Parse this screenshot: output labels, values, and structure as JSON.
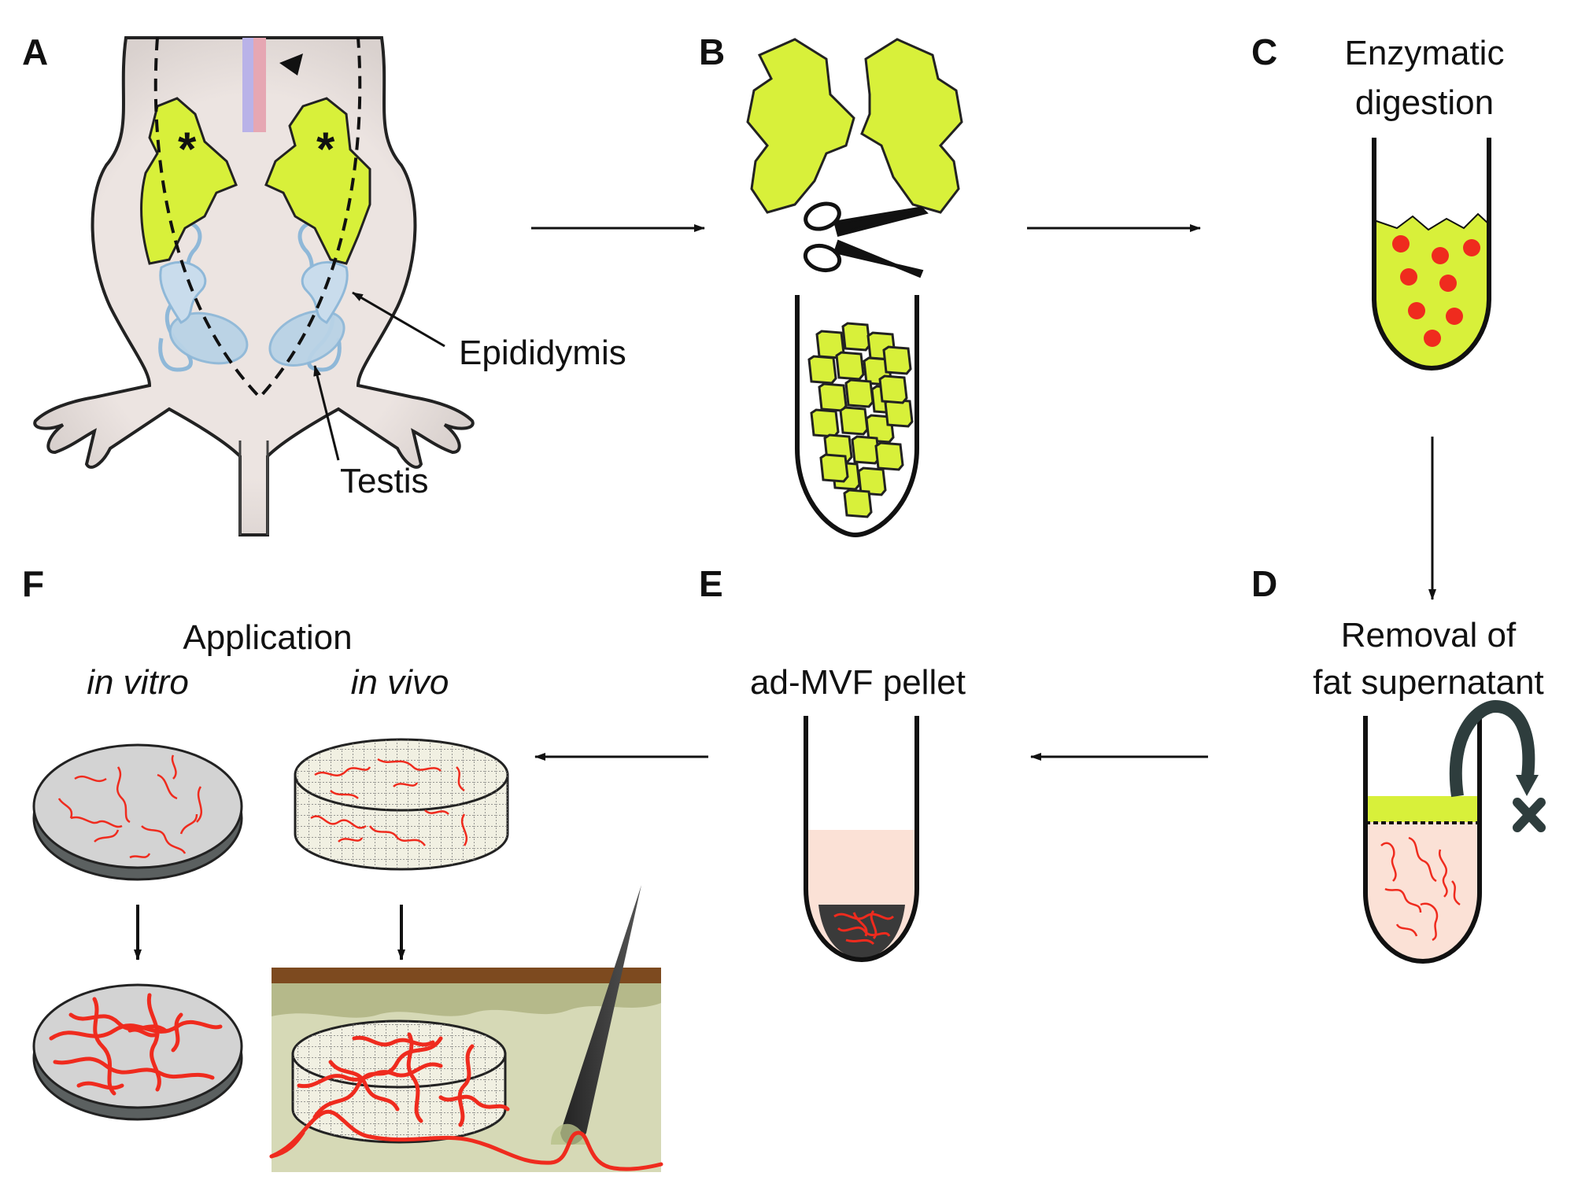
{
  "panels": {
    "A": {
      "label": "A",
      "epididymis": "Epididymis",
      "testis": "Testis",
      "asterisk": "*"
    },
    "B": {
      "label": "B"
    },
    "C": {
      "label": "C",
      "title_line1": "Enzymatic",
      "title_line2": "digestion"
    },
    "D": {
      "label": "D",
      "title_line1": "Removal of",
      "title_line2": "fat supernatant"
    },
    "E": {
      "label": "E",
      "title": "ad-MVF pellet"
    },
    "F": {
      "label": "F",
      "title": "Application",
      "left_caption": "in vitro",
      "right_caption": "in vivo"
    }
  },
  "colors": {
    "fat": "#d8f03a",
    "vessel": "#ef2b1e",
    "body": "#ece4e1",
    "organ_blue": "#b9d3e6",
    "pellet_pink": "#fbe1d6",
    "skin_brown": "#7d4a1f",
    "tissue_green": "#d6d9b6",
    "dish_gray": "#d3d3d3"
  }
}
